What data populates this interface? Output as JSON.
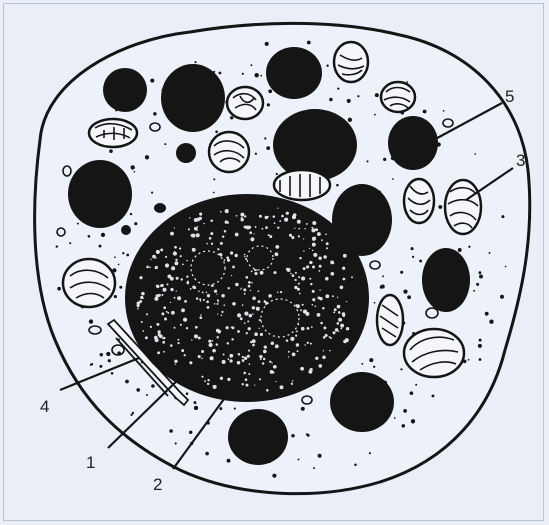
{
  "figure": {
    "labels": [
      {
        "id": "label-1",
        "text": "1"
      },
      {
        "id": "label-2",
        "text": "2"
      },
      {
        "id": "label-3",
        "text": "3"
      },
      {
        "id": "label-4",
        "text": "4"
      },
      {
        "id": "label-5",
        "text": "5"
      }
    ],
    "colors": {
      "background": "#e9eef7",
      "ink": "#151515",
      "cytoplasm": "#edf1f9"
    }
  }
}
